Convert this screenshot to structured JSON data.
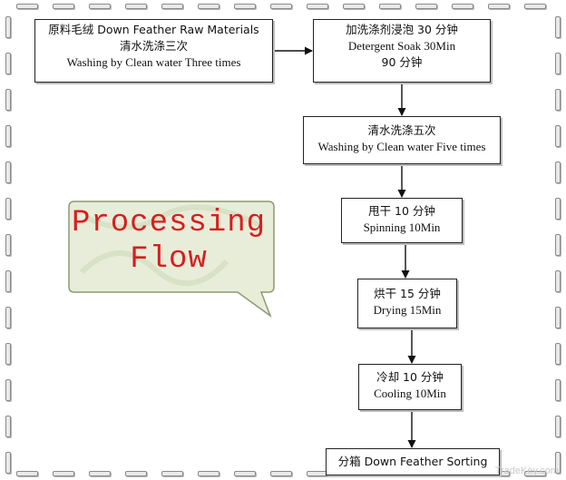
{
  "steps": {
    "raw": {
      "line1": "原料毛绒 Down Feather Raw Materials",
      "line2": "清水洗涤三次",
      "line3": "Washing by Clean water Three times"
    },
    "soak": {
      "line1": "加洗涤剂浸泡 30 分钟",
      "line2": "Detergent Soak 30Min",
      "line3": "90 分钟"
    },
    "wash5": {
      "line1": "清水洗涤五次",
      "line2": "Washing by Clean water Five times"
    },
    "spin": {
      "line1": "甩干 10 分钟",
      "line2": "Spinning 10Min"
    },
    "dry": {
      "line1": "烘干  15 分钟",
      "line2": "Drying 15Min"
    },
    "cool": {
      "line1": "冷却  10 分钟",
      "line2": "Cooling 10Min"
    },
    "sort": {
      "line1": "分箱 Down Feather Sorting"
    }
  },
  "callout": {
    "line1": "Processing",
    "line2": "Flow"
  },
  "watermark": "TradeKey.com",
  "colors": {
    "callout_text": "#d61f1f",
    "callout_fill": "#e8edd9",
    "box_border": "#222222",
    "frame": "#8a8a8a"
  }
}
